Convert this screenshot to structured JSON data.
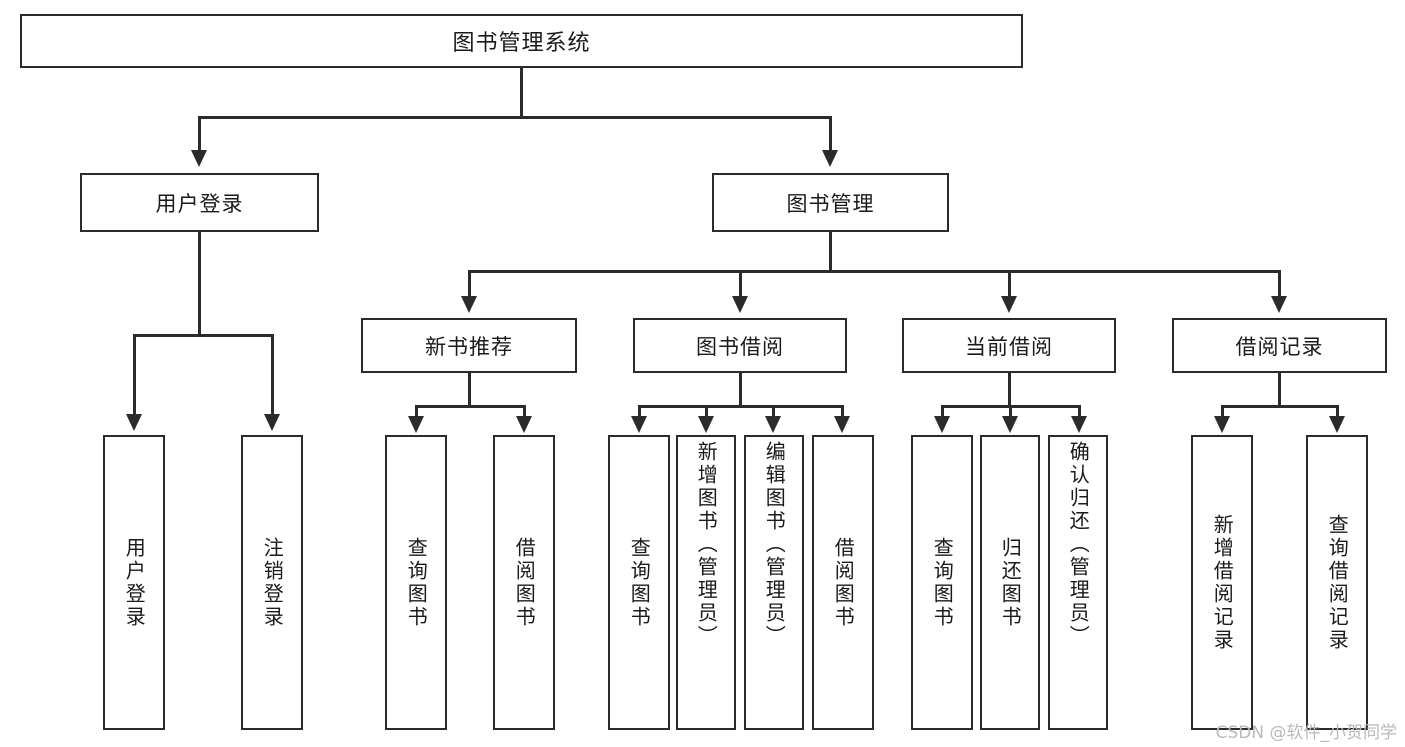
{
  "diagram": {
    "title": "图书管理系统",
    "type": "hierarchy-tree",
    "root": {
      "label": "图书管理系统"
    },
    "level2": [
      {
        "label": "用户登录"
      },
      {
        "label": "图书管理"
      }
    ],
    "level3": [
      {
        "label": "新书推荐"
      },
      {
        "label": "图书借阅"
      },
      {
        "label": "当前借阅"
      },
      {
        "label": "借阅记录"
      }
    ],
    "leaves": {
      "user_login": [
        {
          "label": "用户登录"
        },
        {
          "label": "注销登录"
        }
      ],
      "new_book_recommend": [
        {
          "label": "查询图书"
        },
        {
          "label": "借阅图书"
        }
      ],
      "book_borrow": [
        {
          "label": "查询图书"
        },
        {
          "label": "新增图书（管理员）"
        },
        {
          "label": "编辑图书（管理员）"
        },
        {
          "label": "借阅图书"
        }
      ],
      "current_borrow": [
        {
          "label": "查询图书"
        },
        {
          "label": "归还图书"
        },
        {
          "label": "确认归还（管理员）"
        }
      ],
      "borrow_records": [
        {
          "label": "新增借阅记录"
        },
        {
          "label": "查询借阅记录"
        }
      ]
    }
  },
  "watermark": {
    "text": "CSDN @软件_小贺同学"
  },
  "colors": {
    "stroke": "#2b2b2b",
    "background": "#ffffff",
    "text": "#1a1a1a",
    "watermark": "#b9b9b9"
  }
}
